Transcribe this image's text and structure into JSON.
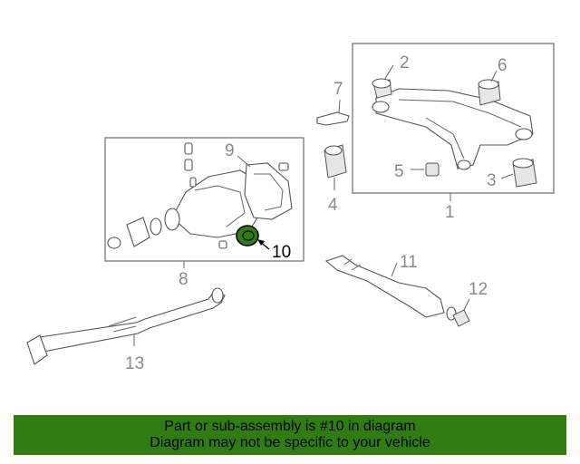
{
  "callouts": {
    "c1": "1",
    "c2": "2",
    "c3": "3",
    "c4": "4",
    "c5": "5",
    "c6": "6",
    "c7": "7",
    "c8": "8",
    "c9": "9",
    "c10": "10",
    "c11": "11",
    "c12": "12",
    "c13": "13"
  },
  "highlight_color": "#2f7d12",
  "banner": {
    "line1": "Part or sub-assembly is #10 in diagram",
    "line2": "Diagram may not be specific to your vehicle"
  }
}
